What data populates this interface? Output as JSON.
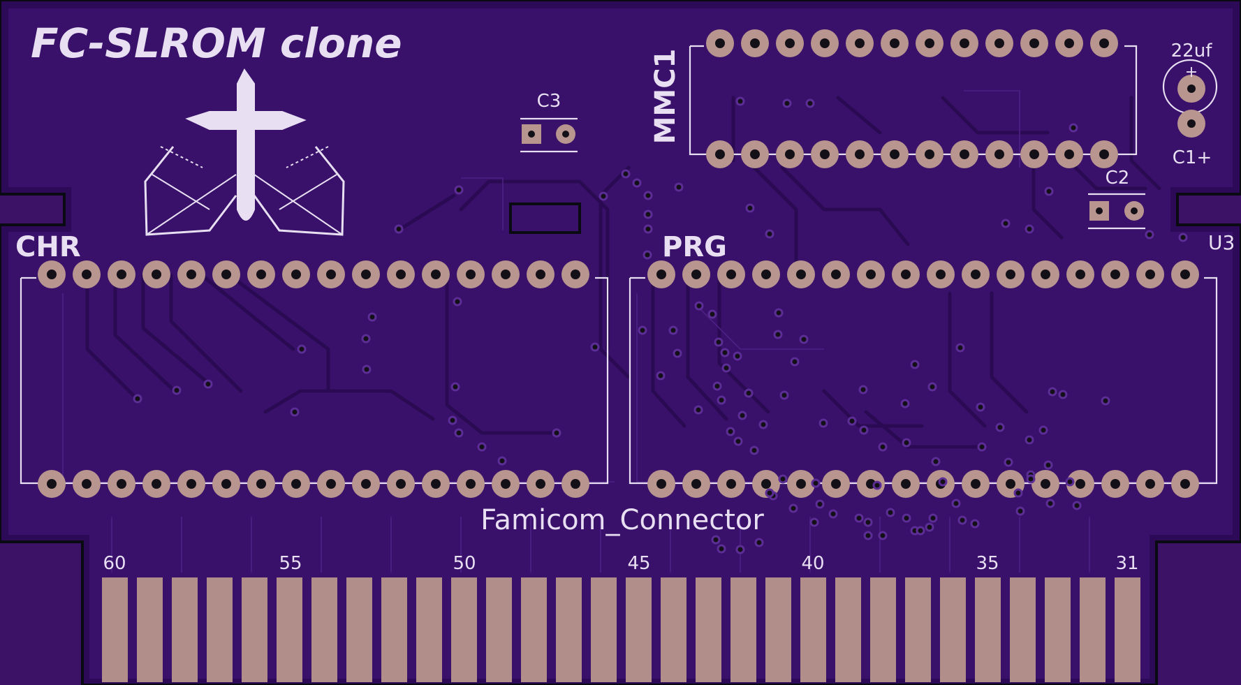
{
  "board": {
    "title": "FC-SLROM clone",
    "colors": {
      "board_bg": "#2c0a57",
      "outline": "#0a0a12",
      "copper_fill": "#3d1470",
      "silkscreen": "#e8e0f2",
      "pad_copper": "#b8958f",
      "via": "#141018",
      "edge_finger": "#b18e8a"
    },
    "logo": "cross-emblem-icon",
    "labels": {
      "chr": "CHR",
      "prg": "PRG",
      "mmc1": "MMC1",
      "c3": "C3",
      "c2": "C2",
      "c1": "C1+",
      "cap_value": "22uf",
      "polarity": "+",
      "u3": "U3",
      "connector": "Famicom_Connector"
    },
    "finger_numbers": [
      "60",
      "55",
      "50",
      "45",
      "40",
      "35",
      "31"
    ],
    "chips": {
      "chr_pins_per_row": 16,
      "prg_pins_per_row": 16,
      "mmc1_pins_per_row": 12
    },
    "edge_finger_count": 30
  }
}
